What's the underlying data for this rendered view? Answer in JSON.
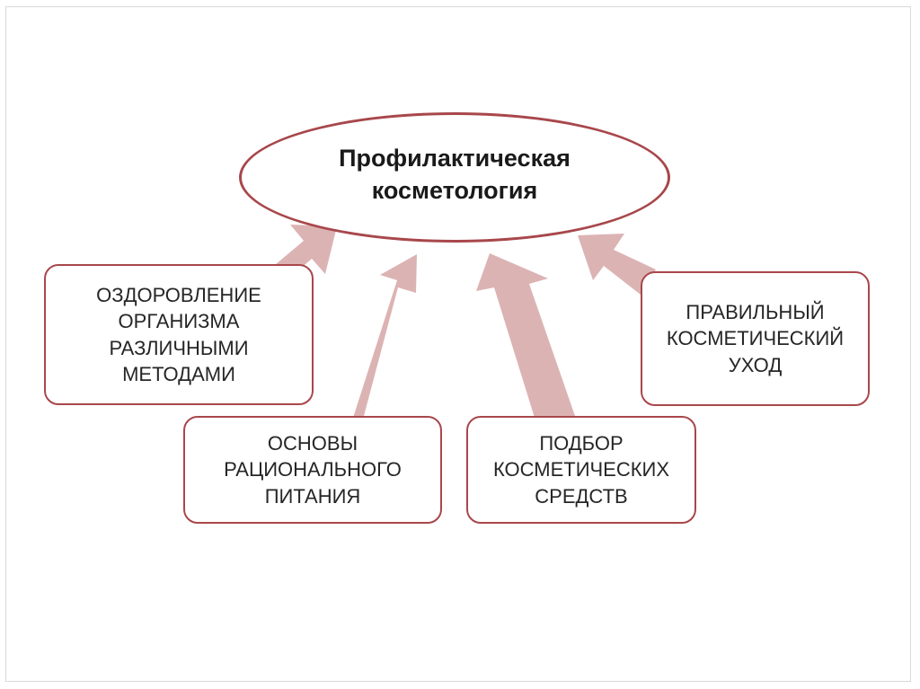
{
  "center": {
    "title": "Профилактическая\nкосметология"
  },
  "boxes": {
    "health": "ОЗДОРОВЛЕНИЕ\nОРГАНИЗМА\nРАЗЛИЧНЫМИ\nМЕТОДАМИ",
    "nutrition": "ОСНОВЫ\nРАЦИОНАЛЬНОГО\nПИТАНИЯ",
    "products": "ПОДБОР\nКОСМЕТИЧЕСКИХ\nСРЕДСТВ",
    "care": "ПРАВИЛЬНЫЙ\nКОСМЕТИЧЕСКИЙ\nУХОД"
  },
  "colors": {
    "outline": "#a8474b",
    "arrow": "#dcb3b3"
  }
}
